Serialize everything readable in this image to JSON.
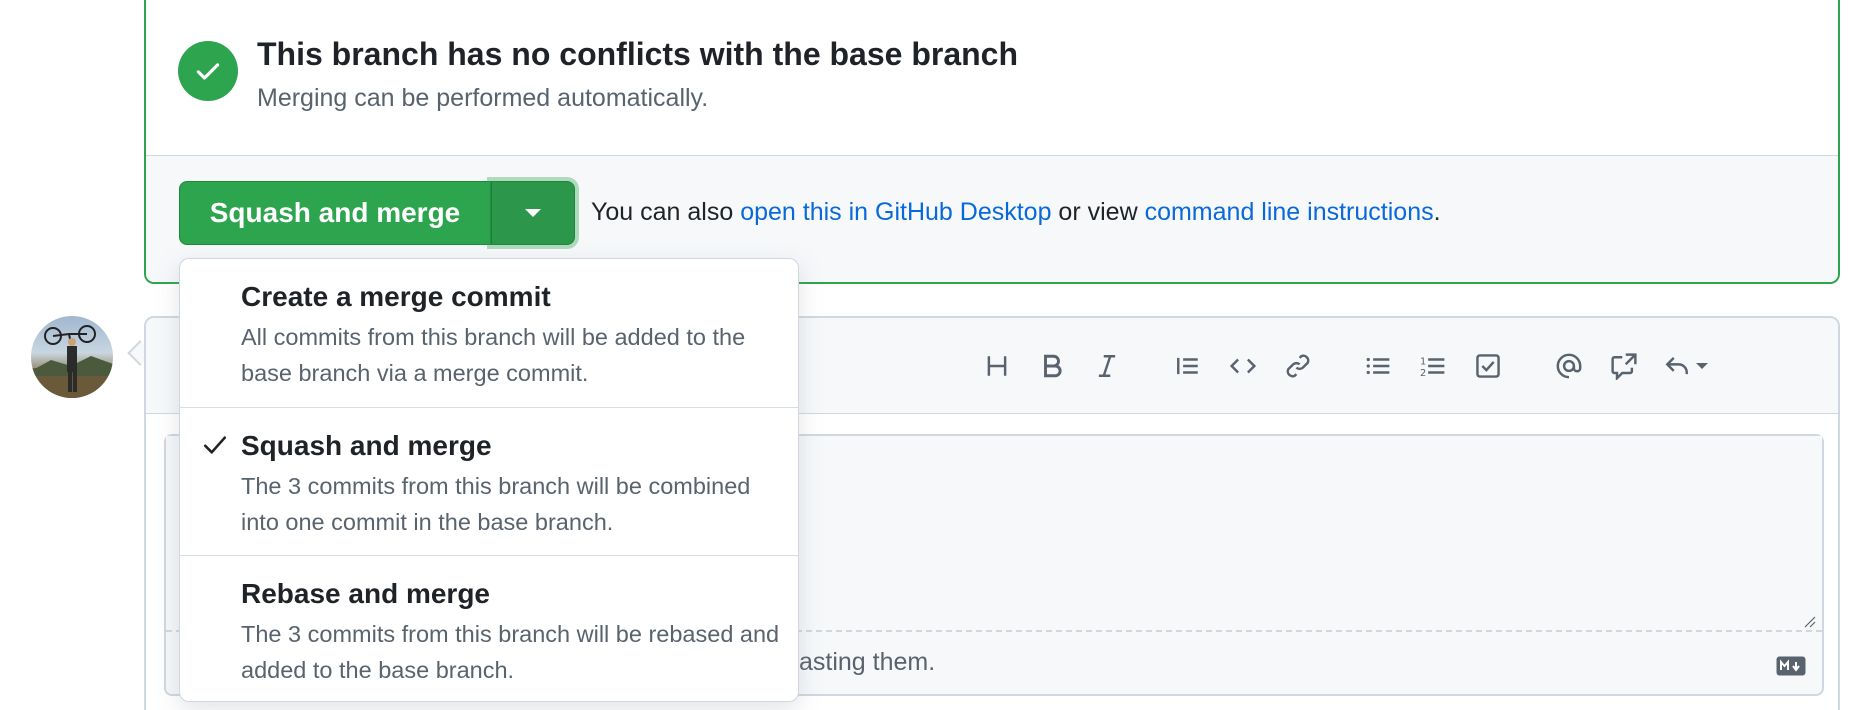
{
  "merge_status": {
    "title": "This branch has no conflicts with the base branch",
    "subtitle": "Merging can be performed automatically."
  },
  "merge_actions": {
    "button_label": "Squash and merge",
    "also_prefix": "You can also ",
    "desktop_link": "open this in GitHub Desktop",
    "or_view": " or view ",
    "cli_link": "command line instructions",
    "period": "."
  },
  "merge_menu": {
    "items": [
      {
        "title": "Create a merge commit",
        "description": "All commits from this branch will be added to the base branch via a merge commit.",
        "selected": false
      },
      {
        "title": "Squash and merge",
        "description": "The 3 commits from this branch will be combined into one commit in the base branch.",
        "selected": true
      },
      {
        "title": "Rebase and merge",
        "description": "The 3 commits from this branch will be rebased and added to the base branch.",
        "selected": false
      }
    ]
  },
  "comment_box": {
    "hint_visible_fragment": "asting them.",
    "toolbar_icons": [
      "heading-icon",
      "bold-icon",
      "italic-icon",
      "quote-icon",
      "code-icon",
      "link-icon",
      "unordered-list-icon",
      "ordered-list-icon",
      "task-list-icon",
      "mention-icon",
      "cross-reference-icon",
      "reply-icon"
    ]
  },
  "colors": {
    "success": "#2da44e",
    "link": "#0969da",
    "muted": "#59636e",
    "border": "#d0d7de"
  }
}
